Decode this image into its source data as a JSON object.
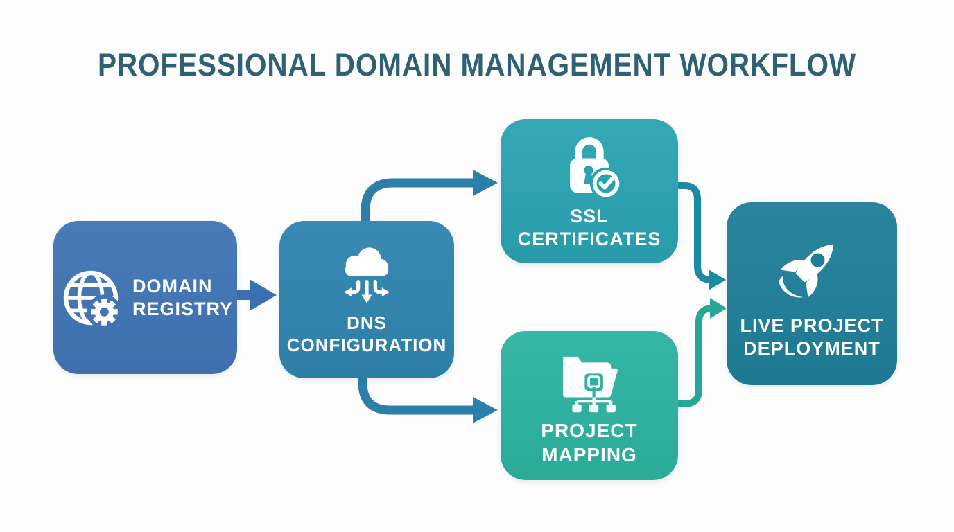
{
  "title": "PROFESSIONAL DOMAIN MANAGEMENT WORKFLOW",
  "colors": {
    "background": "#fdfdfd",
    "title": "#2e6173"
  },
  "nodes": [
    {
      "id": "domain-registry",
      "label_lines": [
        "DOMAIN",
        "REGISTRY"
      ],
      "icon": "globe-gear-icon",
      "color": "#4074b5"
    },
    {
      "id": "dns-configuration",
      "label_lines": [
        "DNS",
        "CONFIGURATION"
      ],
      "icon": "cloud-transfer-icon",
      "color": "#2f84af"
    },
    {
      "id": "ssl-certificates",
      "label_lines": [
        "SSL",
        "CERTIFICATES"
      ],
      "icon": "lock-check-icon",
      "color": "#2aa2b2"
    },
    {
      "id": "project-mapping",
      "label_lines": [
        "PROJECT",
        "MAPPING"
      ],
      "icon": "folder-sitemap-icon",
      "color": "#2cb2a0"
    },
    {
      "id": "live-project-deployment",
      "label_lines": [
        "LIVE PROJECT",
        "DEPLOYMENT"
      ],
      "icon": "rocket-icon",
      "color": "#1f7e99"
    }
  ],
  "edges": [
    {
      "from": "domain-registry",
      "to": "dns-configuration",
      "color": "#3a70b3"
    },
    {
      "from": "dns-configuration",
      "to": "ssl-certificates",
      "color": "#2c7fa9"
    },
    {
      "from": "dns-configuration",
      "to": "project-mapping",
      "color": "#2c7fa9"
    },
    {
      "from": "ssl-certificates",
      "to": "live-project-deployment",
      "color": "#1d8aa3"
    },
    {
      "from": "project-mapping",
      "to": "live-project-deployment",
      "color": "#27a795"
    }
  ]
}
